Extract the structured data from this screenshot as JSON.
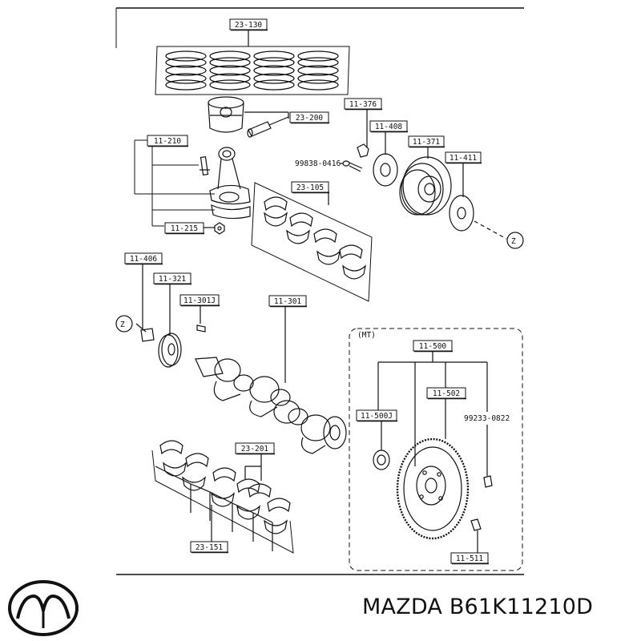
{
  "callouts": [
    {
      "id": "c-23-130",
      "text": "23-130"
    },
    {
      "id": "c-23-200",
      "text": "23-200"
    },
    {
      "id": "c-11-376",
      "text": "11-376"
    },
    {
      "id": "c-11-408",
      "text": "11-408"
    },
    {
      "id": "c-11-371",
      "text": "11-371"
    },
    {
      "id": "c-11-411",
      "text": "11-411"
    },
    {
      "id": "c-11-210",
      "text": "11-210"
    },
    {
      "id": "c-23-105",
      "text": "23-105"
    },
    {
      "id": "c-11-215",
      "text": "11-215"
    },
    {
      "id": "c-11-406",
      "text": "11-406"
    },
    {
      "id": "c-11-321",
      "text": "11-321"
    },
    {
      "id": "c-11-301j",
      "text": "11-301J"
    },
    {
      "id": "c-11-301",
      "text": "11-301"
    },
    {
      "id": "c-11-500",
      "text": "11-500"
    },
    {
      "id": "c-11-502",
      "text": "11-502"
    },
    {
      "id": "c-11-500j",
      "text": "11-500J"
    },
    {
      "id": "c-23-201",
      "text": "23-201"
    },
    {
      "id": "c-23-151",
      "text": "23-151"
    },
    {
      "id": "c-11-511",
      "text": "11-511"
    }
  ],
  "plain_labels": {
    "bolt_part": "99838-0416",
    "pin_part": "99233-0822",
    "mt_label": "(MT)",
    "z_marker": "Z"
  },
  "caption": "MAZDA B61K11210D",
  "brand": "MAZDA",
  "colors": {
    "ink": "#111111",
    "background": "#ffffff"
  }
}
